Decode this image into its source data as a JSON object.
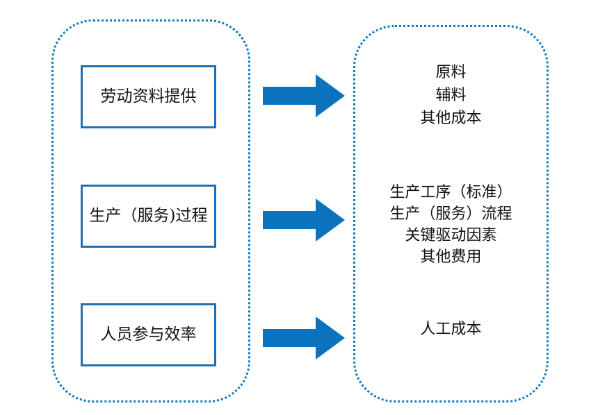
{
  "diagram": {
    "type": "process-flow",
    "colors": {
      "container_border": "#1277be",
      "box_border": "#1f6fb5",
      "arrow_fill": "#0b73be",
      "text": "#101010",
      "background": "#ffffff"
    },
    "left_group": {
      "name": "inputs-container",
      "boxes": [
        {
          "label": "劳动资料提供"
        },
        {
          "label": "生产（服务)过程"
        },
        {
          "label": "人员参与效率"
        }
      ]
    },
    "arrows": [
      {
        "icon": "right-block-arrow-icon"
      },
      {
        "icon": "right-block-arrow-icon"
      },
      {
        "icon": "right-block-arrow-icon"
      }
    ],
    "right_group": {
      "name": "outputs-container",
      "groups": [
        {
          "lines": [
            "原料",
            "辅料",
            "其他成本"
          ]
        },
        {
          "lines": [
            "生产工序（标准）",
            "生产（服务）流程",
            "关键驱动因素",
            "其他费用"
          ]
        },
        {
          "lines": [
            "人工成本"
          ]
        }
      ]
    }
  }
}
